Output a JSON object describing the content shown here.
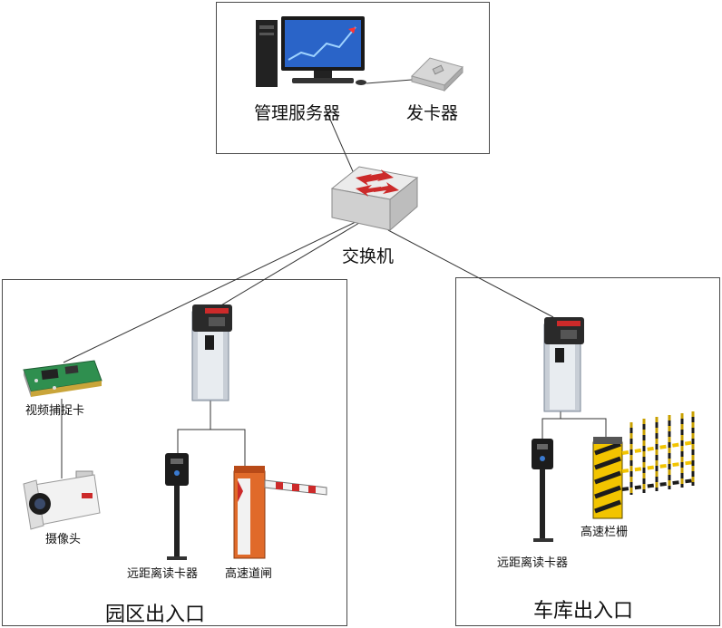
{
  "labels": {
    "server": "管理服务器",
    "card_issuer": "发卡器",
    "switch": "交换机",
    "video_card": "视频捕捉卡",
    "camera": "摄像头",
    "reader_left": "远距离读卡器",
    "barrier_gate": "高速道闸",
    "zone_left": "园区出入口",
    "reader_right": "远距离读卡器",
    "fence_gate": "高速栏栅",
    "zone_right": "车库出入口"
  },
  "icons": {
    "server": "computer-icon",
    "card_issuer": "card-issuer-icon",
    "switch": "network-switch-icon",
    "video_card": "capture-card-icon",
    "camera": "security-camera-icon",
    "reader": "card-reader-icon",
    "terminal": "ticket-terminal-icon",
    "barrier_gate": "barrier-gate-icon",
    "fence_gate": "fence-gate-icon"
  },
  "colors": {
    "frame": "#4a4a4a",
    "line": "#333333",
    "accent_red": "#cc2a2a",
    "hazard_yellow": "#f2c400"
  }
}
